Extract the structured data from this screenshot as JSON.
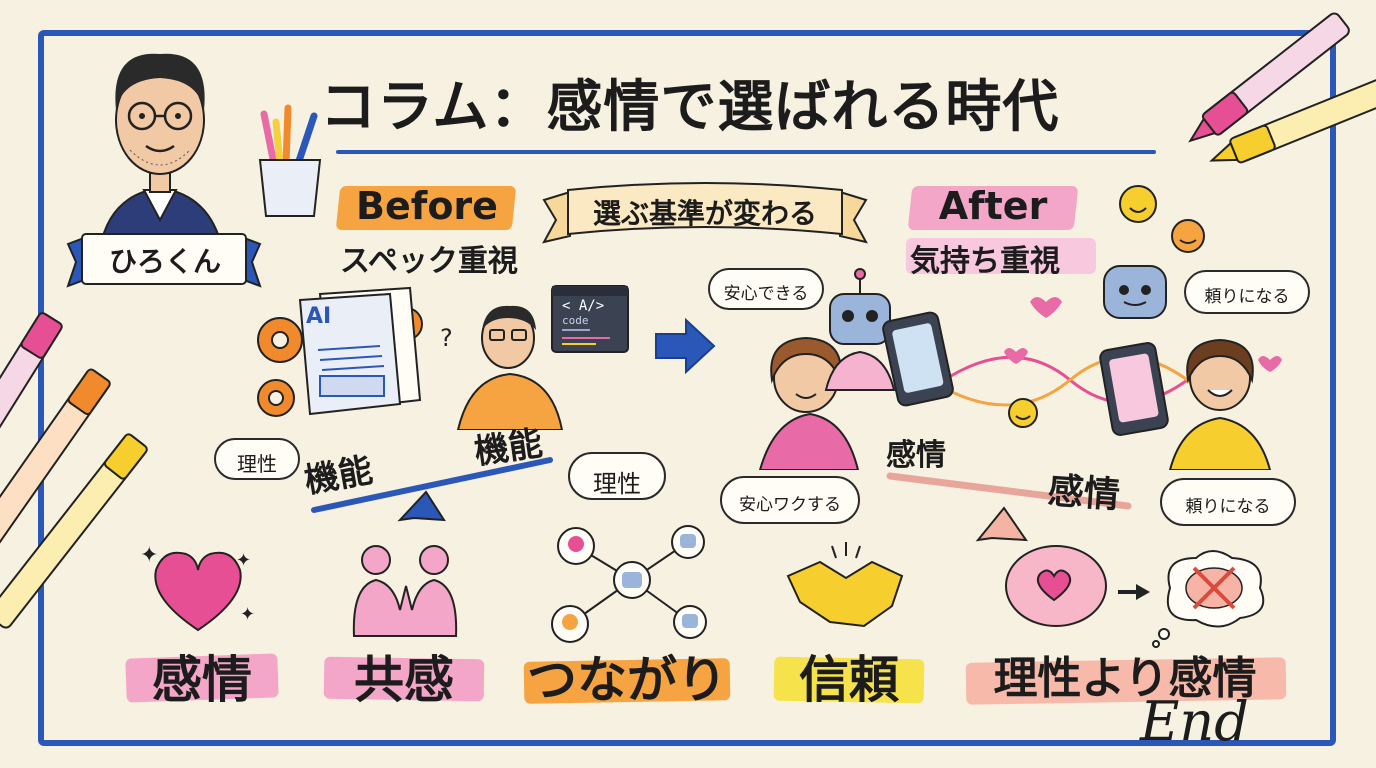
{
  "title": "コラム：感情で選ばれる時代",
  "author": {
    "name": "ひろくん"
  },
  "center_banner": "選ぶ基準が変わる",
  "before": {
    "label": "Before",
    "subtitle": "スペック重視",
    "doc_label": "AI",
    "code_label": "< A/>",
    "code_sub": "code",
    "seesaw_left": "機能",
    "seesaw_right": "機能",
    "bubble_left": "理性",
    "bubble_right": "理性"
  },
  "after": {
    "label": "After",
    "subtitle": "気持ち重視",
    "bubble_anshin": "安心できる",
    "bubble_tayori_top": "頼りになる",
    "bubble_anshin_waku": "安心ワクする",
    "bubble_tayori_bottom": "頼りになる",
    "seesaw_left": "感情",
    "seesaw_right": "感情"
  },
  "keywords": [
    {
      "label": "感情",
      "highlight": "#f3a6c8"
    },
    {
      "label": "共感",
      "highlight": "#f3a6c8"
    },
    {
      "label": "つながり",
      "highlight": "#f6a441"
    },
    {
      "label": "信頼",
      "highlight": "#f6e24a"
    },
    {
      "label": "理性より感情",
      "highlight": "#f7b9a9"
    }
  ],
  "end": "End",
  "colors": {
    "frame": "#2b57b8",
    "before_highlight": "#f6a441",
    "after_highlight": "#f3a6c8",
    "arrow": "#2b57b8"
  }
}
